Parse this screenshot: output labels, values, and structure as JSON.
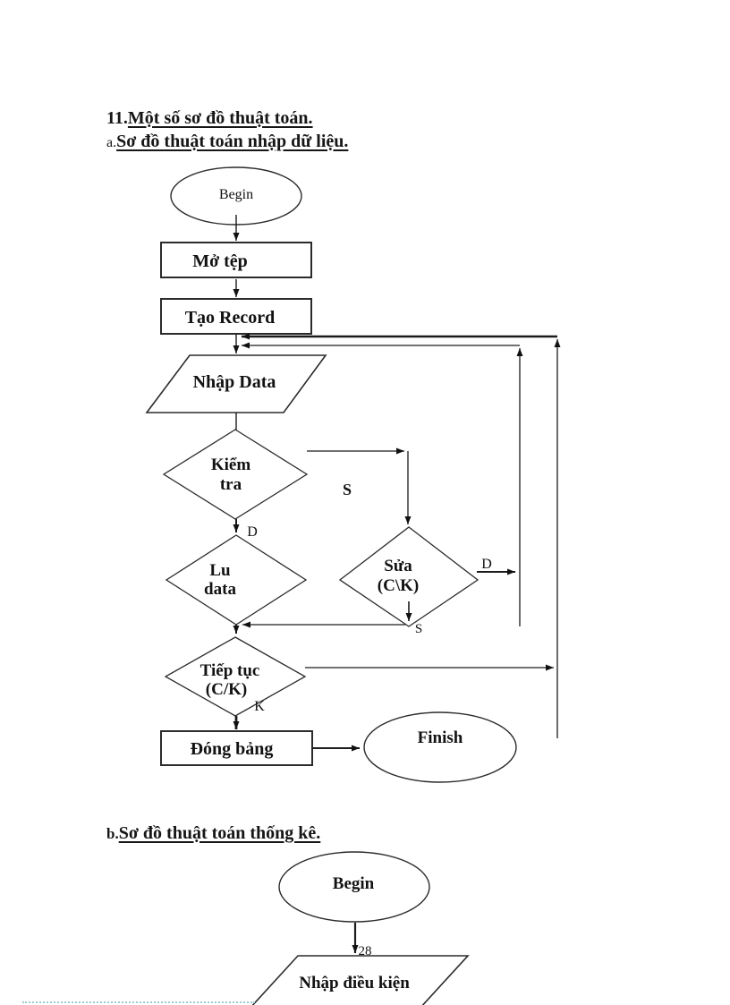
{
  "headings": {
    "section_number": "11.",
    "section_title": "Một số sơ đồ thuật toán.",
    "sub_a_prefix": "a.",
    "sub_a_title": "Sơ đồ thuật toán nhập dữ liệu.",
    "sub_b_prefix": "b.",
    "sub_b_title": "Sơ đồ thuật toán thống kê."
  },
  "flowchart_nhap_du_lieu": {
    "begin": "Begin",
    "mo_tep": "Mở tệp",
    "tao_record": "Tạo Record",
    "nhap_data": "Nhập Data",
    "kiem_tra_line1": "Kiểm",
    "kiem_tra_line2": "tra",
    "luu_data_line1": "Lu",
    "luu_data_line2": "data",
    "sua_line1": "Sửa",
    "sua_line2": "(C\\K)",
    "tiep_tuc_line1": "Tiếp tục",
    "tiep_tuc_line2": "(C/K)",
    "dong_bang": "Đóng bảng",
    "finish": "Finish",
    "labels": {
      "s_kiem_tra": "S",
      "d_kiem_tra": "D",
      "d_sua": "D",
      "s_sua": "S",
      "k_tiep_tuc": "K"
    }
  },
  "flowchart_thong_ke": {
    "begin": "Begin",
    "nhap_dieu_kien": "Nhập điều kiện"
  },
  "page_number": "28"
}
